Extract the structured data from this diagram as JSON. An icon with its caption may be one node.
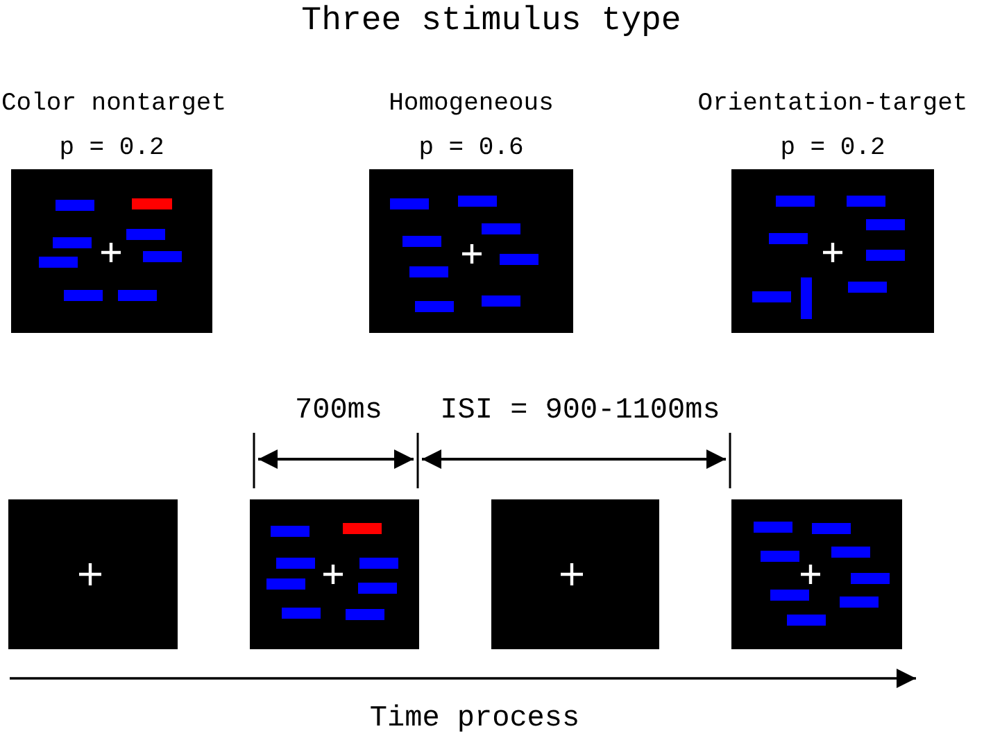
{
  "diagram": {
    "title": "Three stimulus type",
    "nodes": [
      {
        "text": [
          "Color nontarget",
          "p = 0.2"
        ]
      },
      {
        "text": [
          "Homogeneous",
          "p = 0.6"
        ]
      },
      {
        "text": [
          "Orientation-target",
          "p = 0.2"
        ]
      },
      {
        "text": [],
        "shape": "picture"
      },
      {
        "text": [],
        "shape": "picture"
      },
      {
        "text": [],
        "shape": "picture"
      },
      {
        "text": [],
        "shape": "picture"
      }
    ],
    "labels": [
      "700ms",
      "ISI = 900-1100ms",
      "Time process"
    ]
  }
}
